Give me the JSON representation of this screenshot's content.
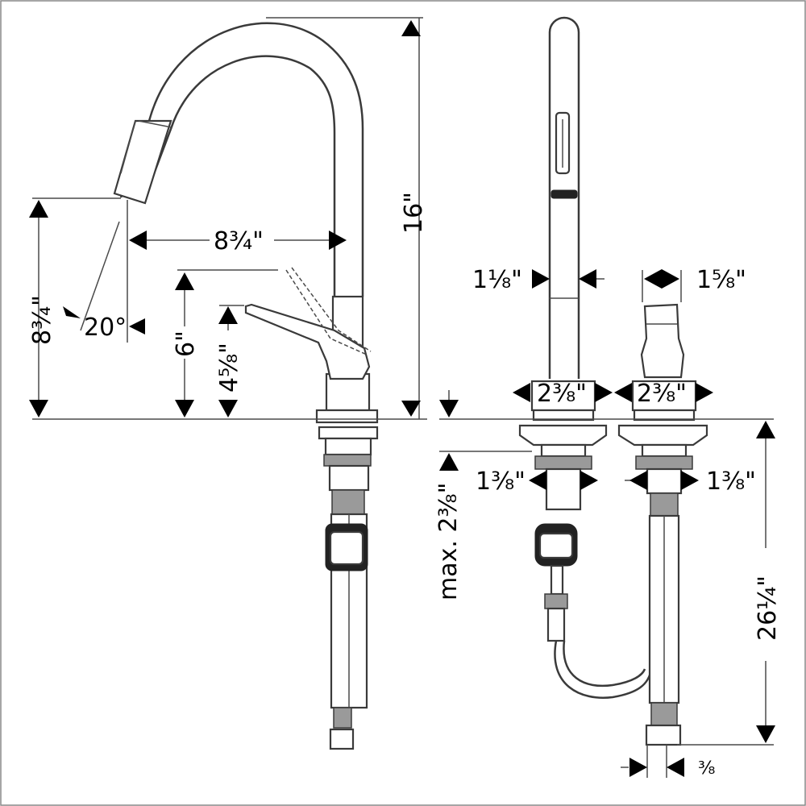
{
  "dimensions": {
    "spout_height": "16\"",
    "spout_reach": "8³⁄₄\"",
    "spray_height": "8³⁄₄\"",
    "spray_angle": "20°",
    "handle_height": "6\"",
    "outlet_height": "4⁵⁄₈\"",
    "spout_width": "1¹⁄₈\"",
    "handle_width": "1⁵⁄₈\"",
    "base_left": "2³⁄₈\"",
    "base_right": "2³⁄₈\"",
    "shank_left": "1³⁄₈\"",
    "shank_right": "1³⁄₈\"",
    "max_deck": "max. 2³⁄₈\"",
    "supply_length": "26¹⁄₄\"",
    "connection": "³⁄₈"
  }
}
